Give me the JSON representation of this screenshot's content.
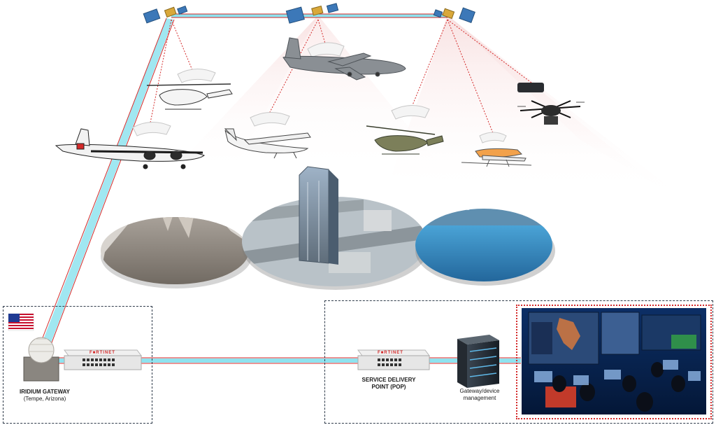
{
  "gateway": {
    "title": "IRIDIUM GATEWAY",
    "location": "(Tempe, Arizona)",
    "firewall_brand": "F■RTINET"
  },
  "pop": {
    "title": "SERVICE DELIVERY",
    "title_line2": "POINT (POP)",
    "firewall_brand": "F■RTINET"
  },
  "server": {
    "label_line1": "Gateway/device",
    "label_line2": "management"
  },
  "colors": {
    "link_red": "#d42a2a",
    "link_cyan": "#8fe3ef",
    "beam": "#f5d3d3",
    "box_border": "#2f3b4a"
  },
  "icons": [
    "satellite-icon",
    "aircraft-icon",
    "helicopter-icon",
    "drone-icon",
    "antenna-dome-icon",
    "flag-icon",
    "firewall-icon",
    "server-icon",
    "control-room-icon"
  ]
}
